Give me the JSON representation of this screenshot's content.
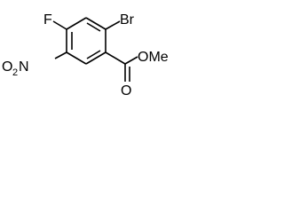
{
  "molecule": {
    "atoms": {
      "fluorine": "F",
      "bromine": "Br",
      "nitro_n": "N",
      "nitro_o": "O",
      "nitro_o_count": "2",
      "carbonyl_o": "O",
      "methoxy": "OMe"
    },
    "bonds": {
      "ring_double_bonds": 3,
      "ester_carbonyl": "double"
    }
  }
}
